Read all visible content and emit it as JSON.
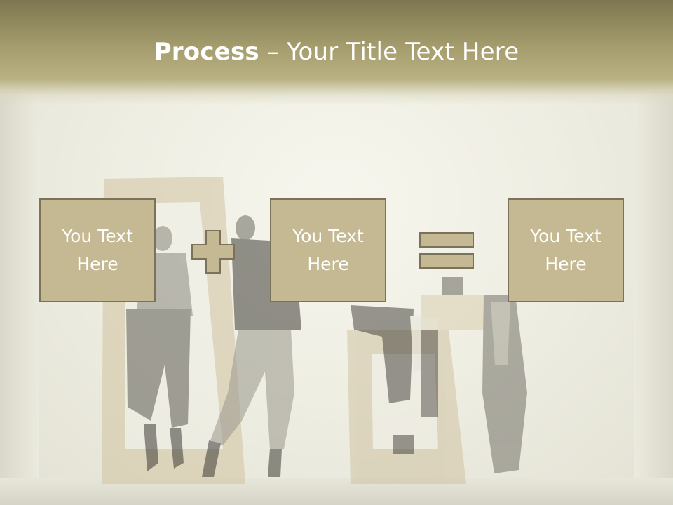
{
  "title": {
    "bold": "Process",
    "rest": " – Your Title Text Here"
  },
  "boxes": [
    {
      "text": "You Text Here"
    },
    {
      "text": "You Text Here"
    },
    {
      "text": "You Text Here"
    }
  ],
  "operators": [
    "plus",
    "equals"
  ],
  "colors": {
    "title_band": "#a59d6d",
    "box_fill": "#c4b993",
    "box_border": "#7a7359",
    "text": "#ffffff"
  },
  "icons": [
    "plus-icon",
    "equals-icon"
  ]
}
